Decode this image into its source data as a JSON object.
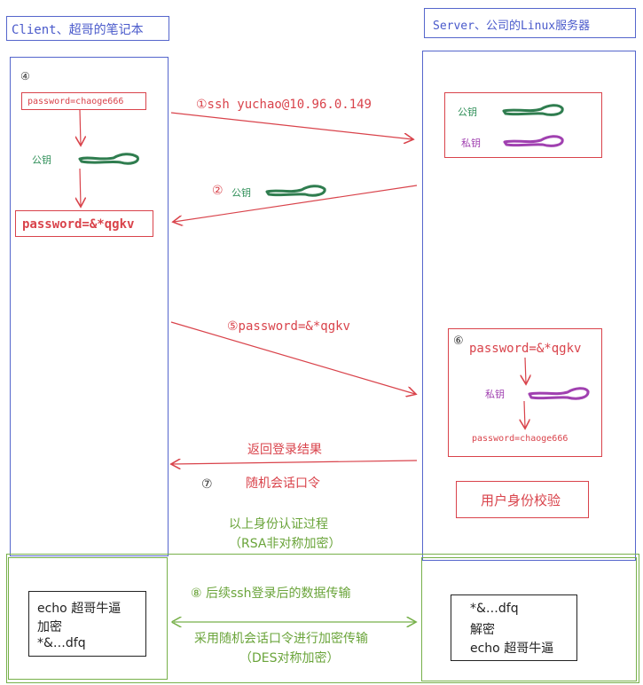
{
  "client": {
    "title": "Client、超哥的笔记本"
  },
  "server": {
    "title": "Server、公司的Linux服务器"
  },
  "client_box": {
    "step": "④",
    "password_plain": "password=chaoge666",
    "pubkey_label": "公钥",
    "password_encrypted": "password=&*qgkv"
  },
  "server_keys": {
    "pubkey_label": "公钥",
    "privkey_label": "私钥"
  },
  "flow": {
    "step1": "①ssh yuchao@10.96.0.149",
    "step2_num": "②",
    "step2_label": "公钥",
    "step5": "⑤password=&*qgkv",
    "result_label": "返回登录结果",
    "step7_num": "⑦",
    "session_label": "随机会话口令"
  },
  "server_decrypt": {
    "step": "⑥",
    "password_encrypted": "password=&*qgkv",
    "privkey_label": "私钥",
    "password_plain": "password=chaoge666"
  },
  "server_verify": {
    "label": "用户身份校验"
  },
  "rsa_note": {
    "line1": "以上身份认证过程",
    "line2": "（RSA非对称加密）"
  },
  "transfer": {
    "step8": "⑧ 后续ssh登录后的数据传输",
    "line2": "采用随机会话口令进行加密传输",
    "line3": "（DES对称加密）"
  },
  "client_data": {
    "line1": "echo 超哥牛逼",
    "line2": "加密",
    "line3": "*&…dfq"
  },
  "server_data": {
    "line1": "*&…dfq",
    "line2": "解密",
    "line3": "echo 超哥牛逼"
  },
  "colors": {
    "red": "#d9434b",
    "green_key": "#2f7d4f",
    "purple_key": "#a040b0",
    "blue": "#5566cc",
    "lime": "#77b04a"
  }
}
